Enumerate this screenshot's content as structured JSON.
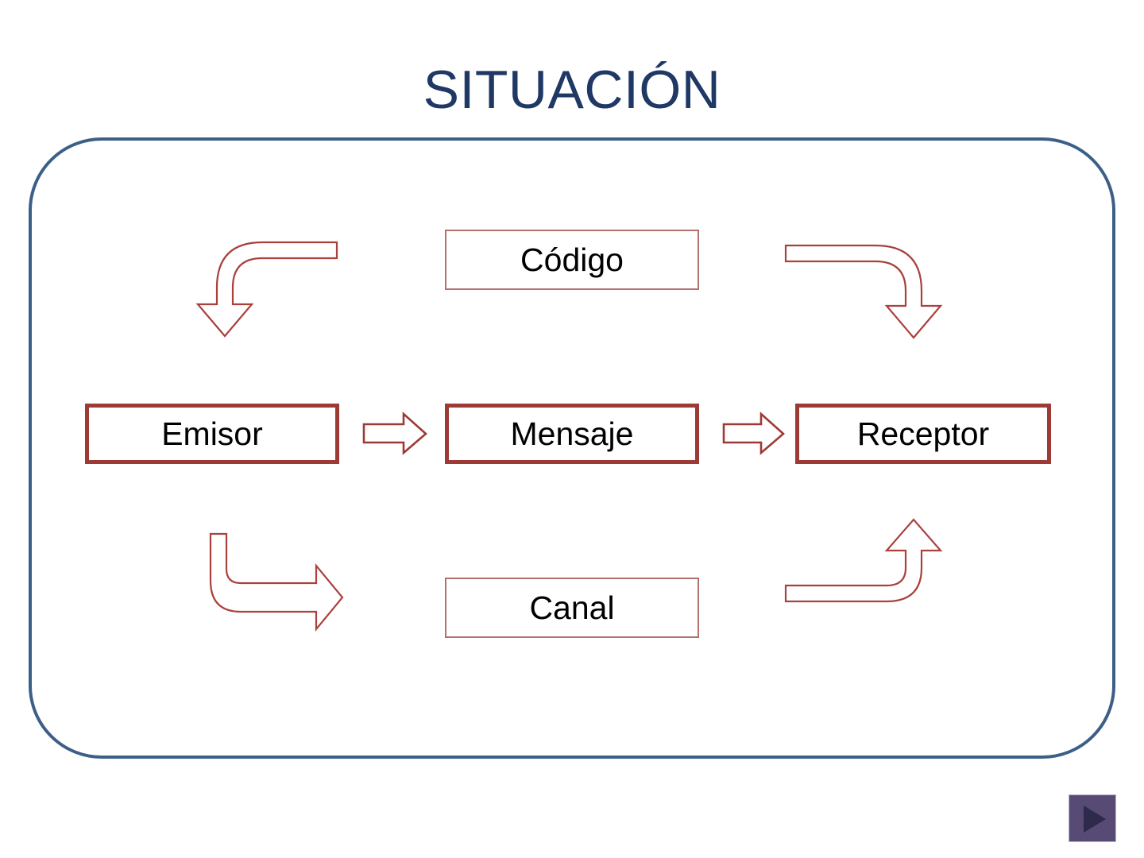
{
  "slide": {
    "title": "SITUACIÓN",
    "title_color": "#1F3864",
    "background": "#ffffff"
  },
  "frame": {
    "name": "situation-frame",
    "border_color": "#3C5F87"
  },
  "boxes": [
    {
      "id": "codigo",
      "label": "Código",
      "style": "thin",
      "border_color": "#B4716E"
    },
    {
      "id": "emisor",
      "label": "Emisor",
      "style": "thick",
      "border_color": "#9E3A35"
    },
    {
      "id": "mensaje",
      "label": "Mensaje",
      "style": "thick",
      "border_color": "#9E3A35"
    },
    {
      "id": "receptor",
      "label": "Receptor",
      "style": "thick",
      "border_color": "#9E3A35"
    },
    {
      "id": "canal",
      "label": "Canal",
      "style": "thin",
      "border_color": "#B4716E"
    }
  ],
  "arrows": [
    {
      "id": "codigo-to-emisor",
      "icon": "bent-arrow-down-left",
      "from": "Código",
      "to": "Emisor",
      "direction": "down"
    },
    {
      "id": "codigo-to-receptor",
      "icon": "bent-arrow-down-right",
      "from": "Código",
      "to": "Receptor",
      "direction": "down"
    },
    {
      "id": "emisor-to-mensaje",
      "icon": "arrow-right",
      "from": "Emisor",
      "to": "Mensaje",
      "direction": "right"
    },
    {
      "id": "mensaje-to-receptor",
      "icon": "arrow-right",
      "from": "Mensaje",
      "to": "Receptor",
      "direction": "right"
    },
    {
      "id": "emisor-to-canal",
      "icon": "bent-arrow-right-down",
      "from": "Emisor",
      "to": "Canal",
      "direction": "right"
    },
    {
      "id": "canal-to-receptor",
      "icon": "bent-arrow-up-right",
      "from": "Canal",
      "to": "Receptor",
      "direction": "up"
    }
  ],
  "controls": {
    "play_button": {
      "icon": "play-triangle-icon",
      "square_color": "#574A74",
      "triangle_color": "#2E2A4C"
    }
  }
}
